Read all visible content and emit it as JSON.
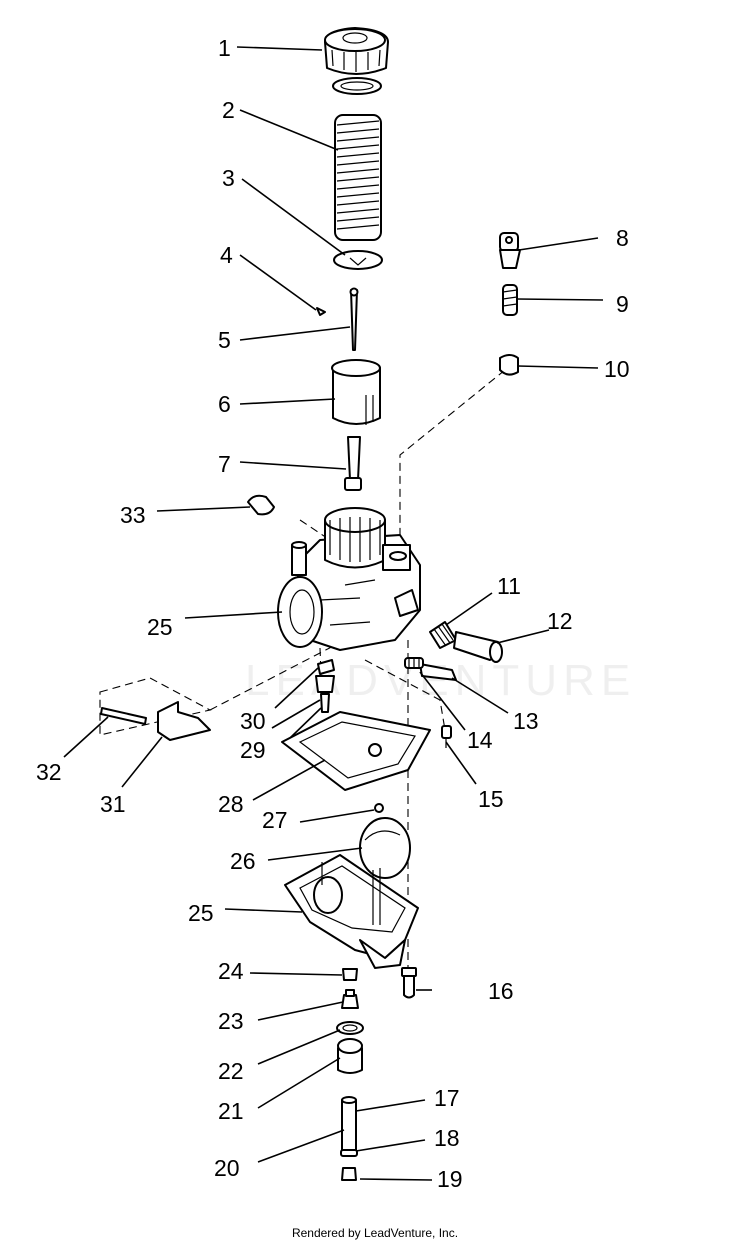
{
  "diagram": {
    "labels": [
      "1",
      "2",
      "3",
      "4",
      "5",
      "6",
      "7",
      "8",
      "9",
      "10",
      "11",
      "12",
      "13",
      "14",
      "15",
      "16",
      "17",
      "18",
      "19",
      "20",
      "21",
      "22",
      "23",
      "24",
      "25",
      "25",
      "26",
      "27",
      "28",
      "29",
      "30",
      "31",
      "32",
      "33"
    ],
    "watermark": "LEADVENTURE"
  },
  "footer": "Rendered by LeadVenture, Inc."
}
